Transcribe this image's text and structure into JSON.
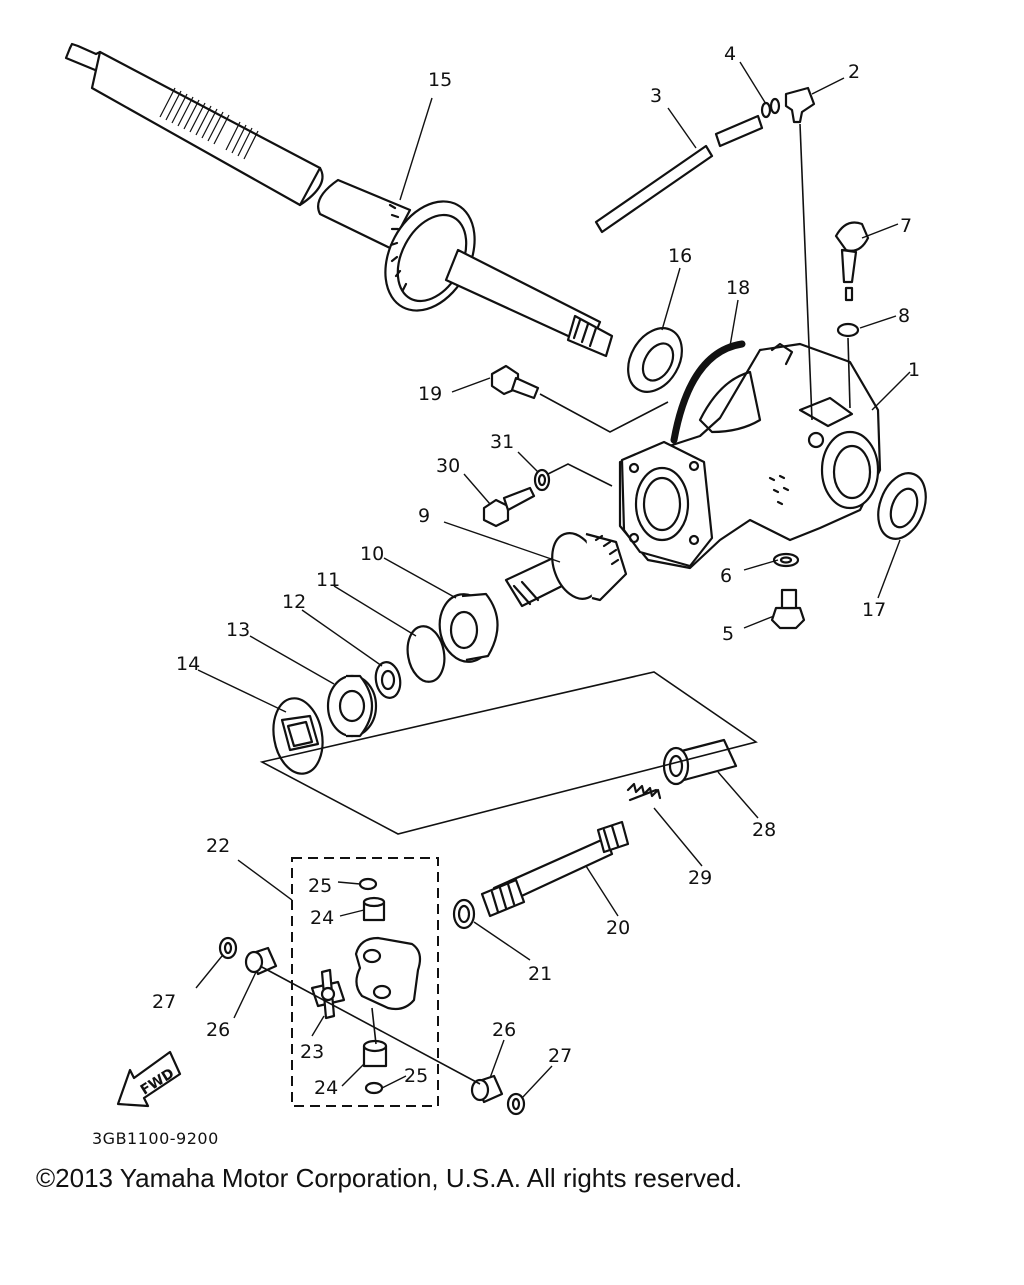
{
  "diagram": {
    "code": "3GB1100-9200",
    "fwd_label": "FWD",
    "copyright": "©2013 Yamaha Motor Corporation, U.S.A. All rights reserved.",
    "callouts": {
      "c1": "1",
      "c2": "2",
      "c3": "3",
      "c4": "4",
      "c5": "5",
      "c6": "6",
      "c7": "7",
      "c8": "8",
      "c9": "9",
      "c10": "10",
      "c11": "11",
      "c12": "12",
      "c13": "13",
      "c14": "14",
      "c15": "15",
      "c16": "16",
      "c17": "17",
      "c18": "18",
      "c19": "19",
      "c20": "20",
      "c21": "21",
      "c22": "22",
      "c23": "23",
      "c24a": "24",
      "c24b": "24",
      "c25a": "25",
      "c25b": "25",
      "c26a": "26",
      "c26b": "26",
      "c27a": "27",
      "c27b": "27",
      "c28": "28",
      "c29": "29",
      "c30": "30",
      "c31": "31"
    }
  }
}
